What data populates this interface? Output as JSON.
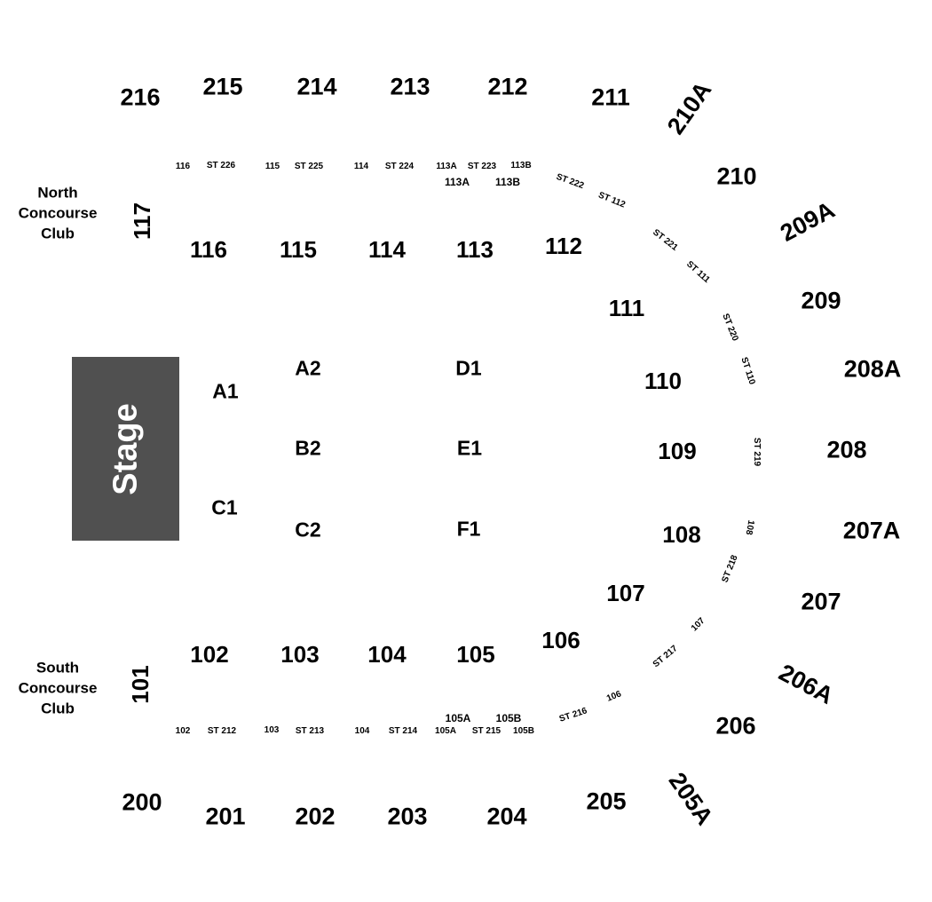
{
  "stage": {
    "label": "Stage"
  },
  "clubs": {
    "north": "North\nConcourse\nClub",
    "south": "South\nConcourse\nClub"
  },
  "upper_sections": {
    "s200": "200",
    "s201": "201",
    "s202": "202",
    "s203": "203",
    "s204": "204",
    "s205": "205",
    "s205a": "205A",
    "s206": "206",
    "s206a": "206A",
    "s207": "207",
    "s207a": "207A",
    "s208": "208",
    "s208a": "208A",
    "s209": "209",
    "s209a": "209A",
    "s210": "210",
    "s210a": "210A",
    "s211": "211",
    "s212": "212",
    "s213": "213",
    "s214": "214",
    "s215": "215",
    "s216": "216"
  },
  "lower_sections": {
    "s101": "101",
    "s102": "102",
    "s103": "103",
    "s104": "104",
    "s105": "105",
    "s106": "106",
    "s107": "107",
    "s108": "108",
    "s109": "109",
    "s110": "110",
    "s111": "111",
    "s112": "112",
    "s113": "113",
    "s114": "114",
    "s115": "115",
    "s116": "116",
    "s117": "117",
    "s113a": "113A",
    "s113b": "113B",
    "s105a": "105A",
    "s105b": "105B"
  },
  "floor_sections": {
    "a1": "A1",
    "a2": "A2",
    "b2": "B2",
    "c1": "C1",
    "c2": "C2",
    "d1": "D1",
    "e1": "E1",
    "f1": "F1"
  },
  "aisle_labels": {
    "n116": "116",
    "st226": "ST 226",
    "n115": "115",
    "st225": "ST 225",
    "n114": "114",
    "st224": "ST 224",
    "n113a": "113A",
    "st223": "ST 223",
    "n113b": "113B",
    "st222": "ST 222",
    "st112": "ST 112",
    "st221": "ST 221",
    "st111": "ST 111",
    "st220": "ST 220",
    "st110": "ST 110",
    "st219": "ST 219",
    "n108": "108",
    "st218": "ST 218",
    "n107": "107",
    "st217": "ST 217",
    "n106": "106",
    "st216": "ST 216",
    "n102": "102",
    "st212": "ST 212",
    "n103": "103",
    "st213": "ST 213",
    "n104": "104",
    "st214": "ST 214",
    "n105a": "105A",
    "st215": "ST 215",
    "n105b": "105B"
  }
}
